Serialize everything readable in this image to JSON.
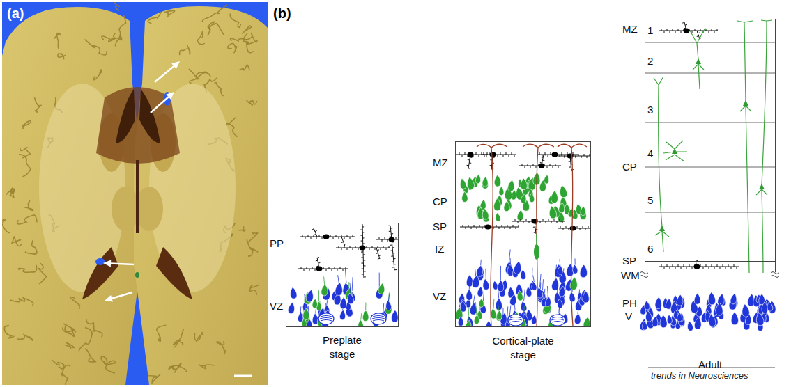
{
  "diagram": {
    "nodes": [
      {
        "text": [
          "Preplate stage"
        ]
      },
      {
        "text": [
          "Cortical-plate stage"
        ]
      },
      {
        "text": [
          "Adult"
        ]
      }
    ],
    "labels": [
      "(a)",
      "(b)",
      "PP",
      "VZ",
      "MZ",
      "CP",
      "SP",
      "IZ",
      "VZ",
      "MZ",
      "1",
      "2",
      "3",
      "CP",
      "4",
      "5",
      "6",
      "SP",
      "WM",
      "PH",
      "V",
      "trends in Neurosciences"
    ]
  }
}
